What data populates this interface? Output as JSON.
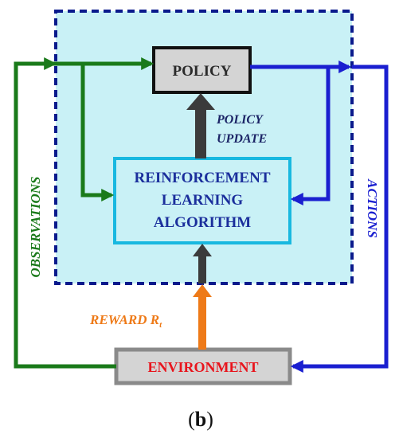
{
  "agent_box": {
    "fill": "#c9f1f6",
    "border": "#0a1a8c"
  },
  "policy": {
    "label": "POLICY",
    "fill": "#d4d4d4",
    "border": "#111111"
  },
  "rl": {
    "lines": [
      "REINFORCEMENT",
      "LEARNING",
      "ALGORITHM"
    ],
    "fill": "#c9f1f6",
    "border": "#18b8e0",
    "text_color": "#1b2f9c"
  },
  "environment": {
    "label": "ENVIRONMENT",
    "fill": "#d4d4d4",
    "border": "#8a8a8a",
    "text_color": "#e8141c"
  },
  "labels": {
    "policy_update": [
      "POLICY",
      "UPDATE"
    ],
    "observations": "OBSERVATIONS",
    "actions": "ACTIONS",
    "reward": "REWARD R",
    "reward_sub": "t",
    "caption_left": "(",
    "caption_letter": "b",
    "caption_right": ")"
  },
  "colors": {
    "observations": "#1a7a1a",
    "actions": "#1a1fd0",
    "reward": "#ee7a18",
    "policy_update": "#3b3b3b",
    "label_dark": "#1b2466"
  }
}
